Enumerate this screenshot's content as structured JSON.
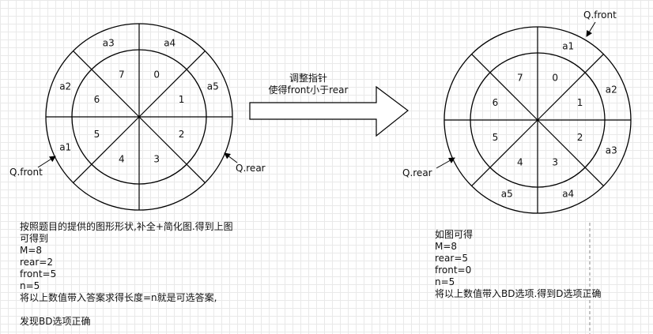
{
  "left_ring": {
    "inner_labels": [
      "0",
      "1",
      "2",
      "3",
      "4",
      "5",
      "6",
      "7"
    ],
    "outer_labels": [
      "a4",
      "a5",
      "",
      "",
      "",
      "a1",
      "a2",
      "a3"
    ],
    "front_label": "Q.front",
    "rear_label": "Q.rear"
  },
  "right_ring": {
    "inner_labels": [
      "0",
      "1",
      "2",
      "3",
      "4",
      "5",
      "6",
      "7"
    ],
    "outer_labels": [
      "a1",
      "a2",
      "a3",
      "a4",
      "a5",
      "",
      "",
      ""
    ],
    "front_label": "Q.front",
    "rear_label": "Q.rear"
  },
  "arrow": {
    "line1": "调整指针",
    "line2": "使得front小于rear"
  },
  "left_notes": [
    "按照题目的提供的图形形状,补全+简化图.得到上图",
    "可得到",
    "M=8",
    "rear=2",
    "front=5",
    "n=5",
    "将以上数值带入答案求得长度=n就是可选答案,",
    "",
    "发现BD选项正确"
  ],
  "right_notes": [
    "如图可得",
    "M=8",
    "rear=5",
    "front=0",
    "n=5",
    "将以上数值带入BD选项.得到D选项正确"
  ]
}
